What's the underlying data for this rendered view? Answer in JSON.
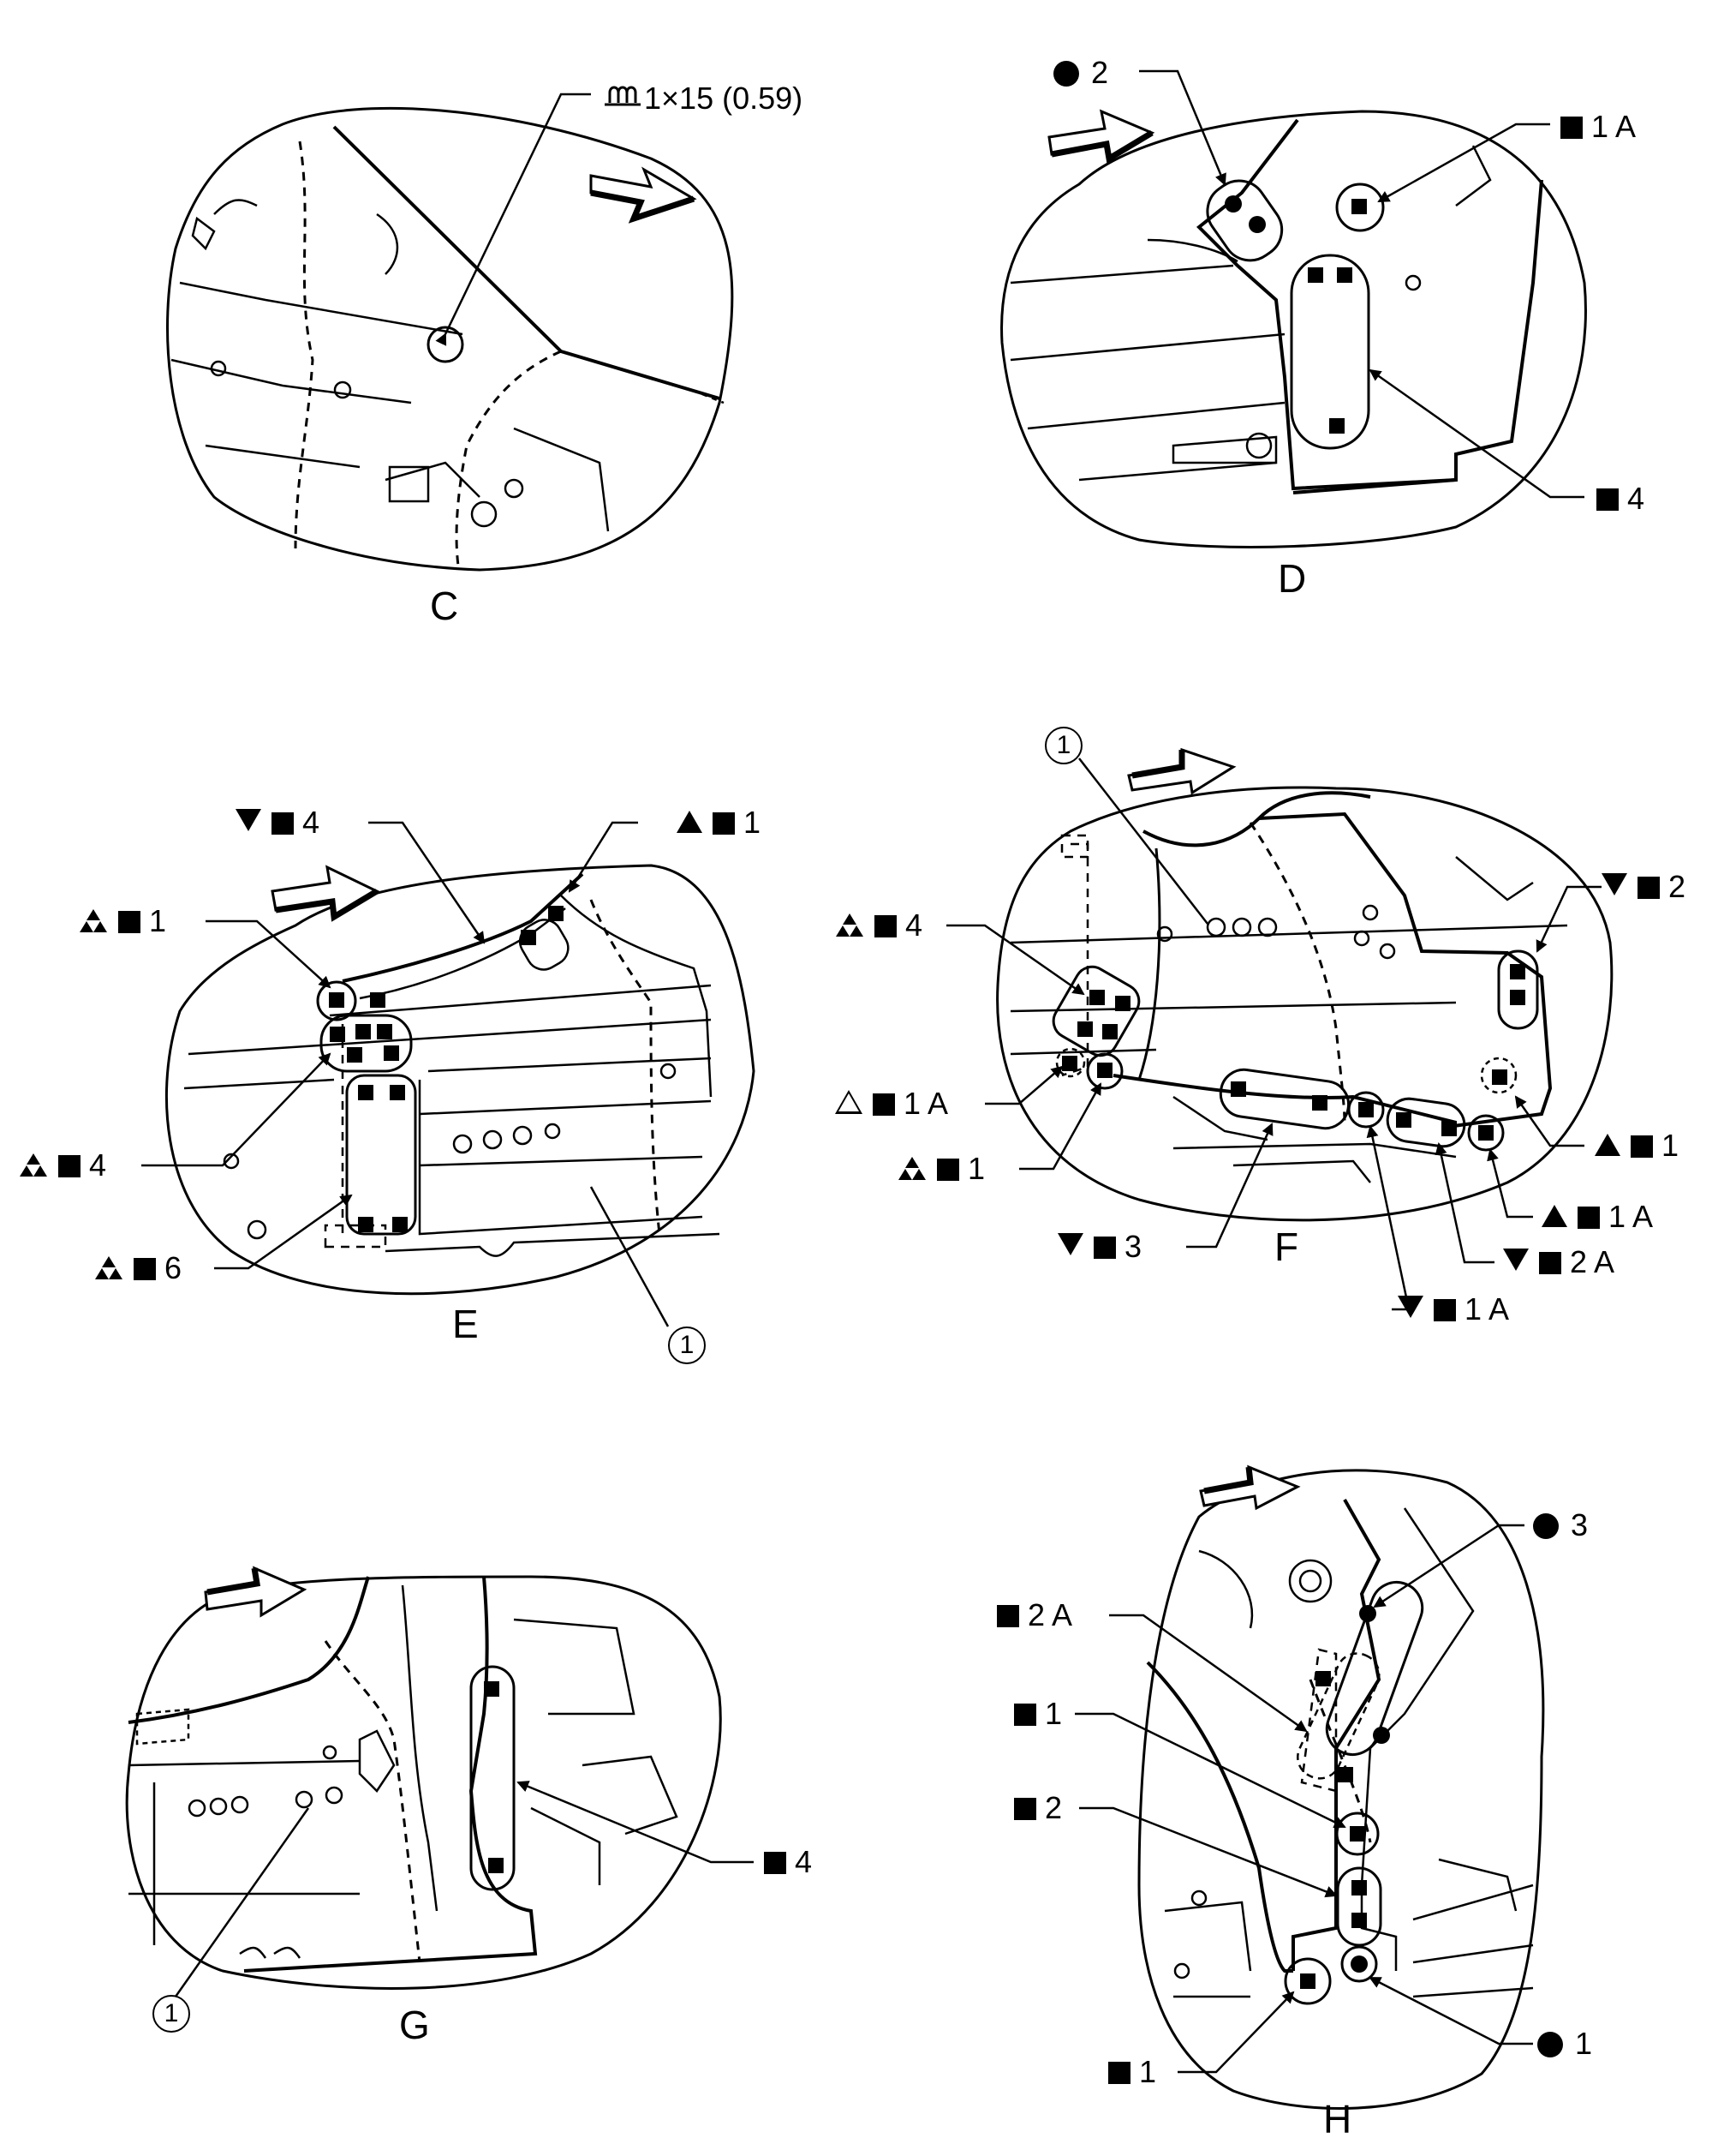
{
  "panels": {
    "C": {
      "letter": "C",
      "callout": "1×15 (0.59)",
      "icon": "bolt-count-icon"
    },
    "D": {
      "letter": "D",
      "labels": {
        "dot2": "2",
        "sq1a": "1 A",
        "sq4": "4"
      }
    },
    "E": {
      "letter": "E",
      "ref": "1",
      "labels": {
        "down_sq_4": "4",
        "up_sq_1": "1",
        "tri3_sq_1": "1",
        "tri3_sq_4": "4",
        "tri3_sq_6": "6"
      }
    },
    "F": {
      "letter": "F",
      "ref": "1",
      "labels": {
        "down_sq_2": "2",
        "tri3_sq_4": "4",
        "open_sq_1a": "1 A",
        "tri3_sq_1": "1",
        "up_sq_1": "1",
        "up_sq_1a": "1 A",
        "down_sq_3": "3",
        "down_sq_2a": "2 A",
        "down_sq_1a": "1 A"
      }
    },
    "G": {
      "letter": "G",
      "ref": "1",
      "labels": {
        "sq4": "4"
      }
    },
    "H": {
      "letter": "H",
      "labels": {
        "dot3": "3",
        "sq2a": "2 A",
        "sq1_top": "1",
        "sq2": "2",
        "sq1_bottom": "1",
        "dot1": "1"
      }
    }
  },
  "colors": {
    "ink": "#000000",
    "paper": "#ffffff"
  }
}
